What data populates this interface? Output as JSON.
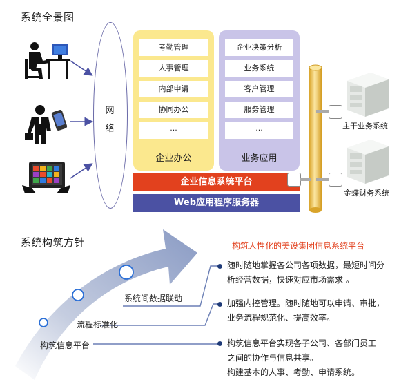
{
  "section1_title": "系统全景图",
  "network_label": [
    "网",
    "络"
  ],
  "enterprise_office": {
    "items": [
      "考勤管理",
      "人事管理",
      "内部申请",
      "协同办公",
      "···"
    ],
    "caption": "企业办公"
  },
  "business_app": {
    "items": [
      "企业决策分析",
      "业务系统",
      "客户管理",
      "服务管理",
      "···"
    ],
    "caption": "业务应用"
  },
  "platform_bar": "企业信息系统平台",
  "web_bar": "Web应用程序服务器",
  "servers": [
    "主干业务系统",
    "金蝶财务系统"
  ],
  "section2_title": "系统构筑方针",
  "goal_title": "构筑人性化的美设集团信息系统平台",
  "steps": [
    "系统间数据联动",
    "流程标准化",
    "构筑信息平台"
  ],
  "points": [
    [
      "随时随地掌握各公司各项数据，最短时间分",
      "析经营数据，快速对应市场需求 。"
    ],
    [
      "加强内控管理。随时随地可以申请、审批，",
      "业务流程规范化、提高效率。"
    ],
    [
      "构筑信息平台实现各子公司、各部门员工",
      "之间的协作与信息共享。",
      "构建基本的人事、考勤、申请系统。"
    ]
  ]
}
